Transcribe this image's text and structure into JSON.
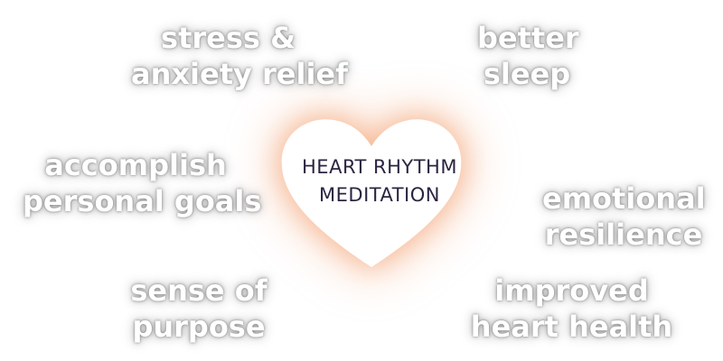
{
  "center": {
    "line1": "HEART RHYTHM",
    "line2": "MEDITATION"
  },
  "benefits": {
    "stress_relief": {
      "line1": "stress &",
      "line2": "anxiety relief"
    },
    "better_sleep": {
      "line1": "better",
      "line2": "sleep"
    },
    "personal_goals": {
      "line1": "accomplish",
      "line2": "personal goals"
    },
    "emotional_resilience": {
      "line1": "emotional",
      "line2": "resilience"
    },
    "sense_of_purpose": {
      "line1": "sense of",
      "line2": "purpose"
    },
    "heart_health": {
      "line1": "improved",
      "line2": "heart health"
    }
  },
  "colors": {
    "glow": "#f3a06f",
    "heart_fill": "#ffffff",
    "center_text": "#2b2440",
    "benefit_text": "#ffffff"
  },
  "icons": {
    "heart": "heart-icon"
  }
}
